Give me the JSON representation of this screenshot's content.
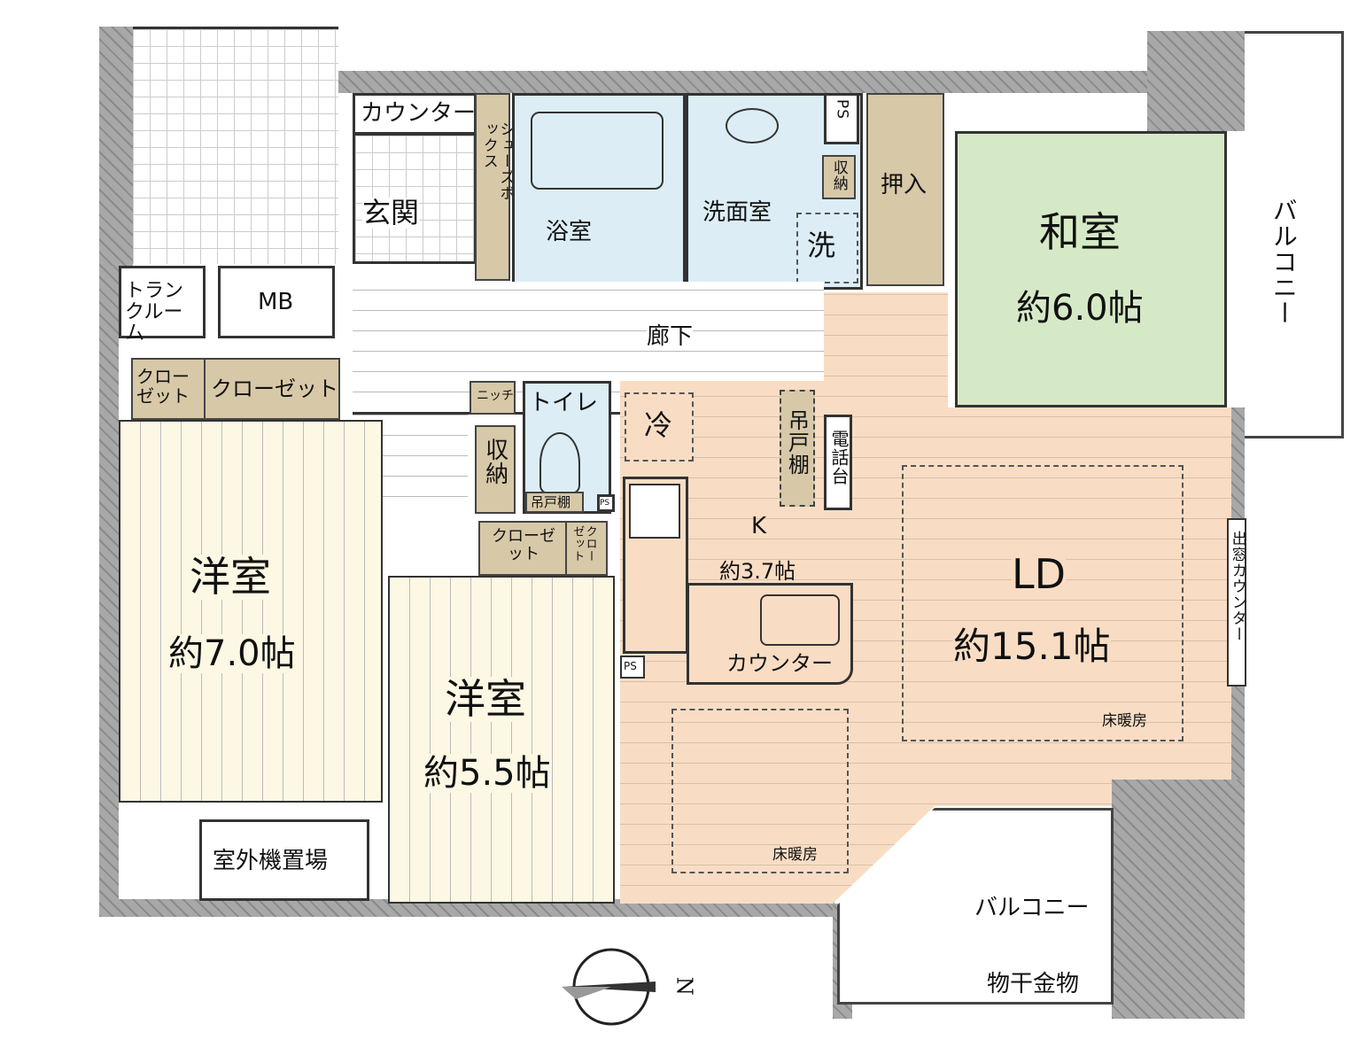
{
  "rooms": {
    "counter_top": "カウンター",
    "shoes_box": "シューズボックス",
    "entrance": "玄関",
    "bath": "浴室",
    "washroom": "洗面室",
    "washer": "洗",
    "ps_top": "PS",
    "storage_wash": "収納",
    "oshiire": "押入",
    "washitsu": "和室",
    "washitsu_size": "約6.0帖",
    "balcony_right": "バルコニー",
    "trunk_room": "トランクルーム",
    "mb": "MB",
    "hallway": "廊下",
    "closet_a": "クローゼット",
    "closet_b": "クローゼット",
    "yoshitsu1": "洋室",
    "yoshitsu1_size": "約7.0帖",
    "outdoor_unit": "室外機置場",
    "niche": "ニッチ",
    "storage_hall": "収納",
    "toilet": "トイレ",
    "hanging_shelf_toilet": "吊戸棚",
    "ps_toilet": "PS",
    "closet_c": "クローゼット",
    "closet_d": "クローゼット",
    "yoshitsu2": "洋室",
    "yoshitsu2_size": "約5.5帖",
    "fridge": "冷",
    "hanging_shelf": "吊戸棚",
    "phone_stand": "電話台",
    "kitchen": "K",
    "kitchen_size": "約3.7帖",
    "counter_kitchen": "カウンター",
    "ps_kitchen": "PS",
    "ld": "LD",
    "ld_size": "約15.1帖",
    "floor_heating_ld": "床暖房",
    "floor_heating_k": "床暖房",
    "bay_counter": "出窓カウンター",
    "balcony_bottom": "バルコニー",
    "laundry_hardware": "物干金物"
  },
  "compass": {
    "north_label": "N"
  },
  "colors": {
    "wall": "#9a9a9a",
    "ld": "#f8ddc4",
    "western": "#fdf8e4",
    "japanese": "#d6e9c6",
    "wet": "#dcedf6",
    "storage": "#d7c8a8"
  }
}
